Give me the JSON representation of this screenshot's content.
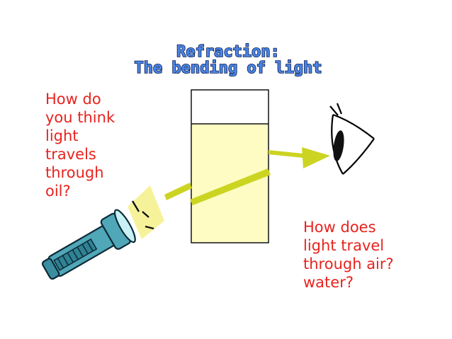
{
  "slide": {
    "title_line1": "Refraction:",
    "title_line2": "The bending of light",
    "question_left": [
      "How do",
      "you think",
      "light",
      "travels",
      "through",
      "oil?"
    ],
    "question_right": [
      "How does",
      "light travel",
      "through air?",
      "water?"
    ]
  },
  "colors": {
    "title_fill": "#4a86e8",
    "title_outline": "#0b1a4a",
    "question_text": "#e8231e",
    "oil_fill": "#fefcc2",
    "beam": "#ccd422",
    "flashlight_body": "#4fa7b8",
    "flashlight_glow": "#f6f29a"
  },
  "icons": [
    "flashlight-icon",
    "eye-icon",
    "light-ray-arrow",
    "glass-container"
  ]
}
